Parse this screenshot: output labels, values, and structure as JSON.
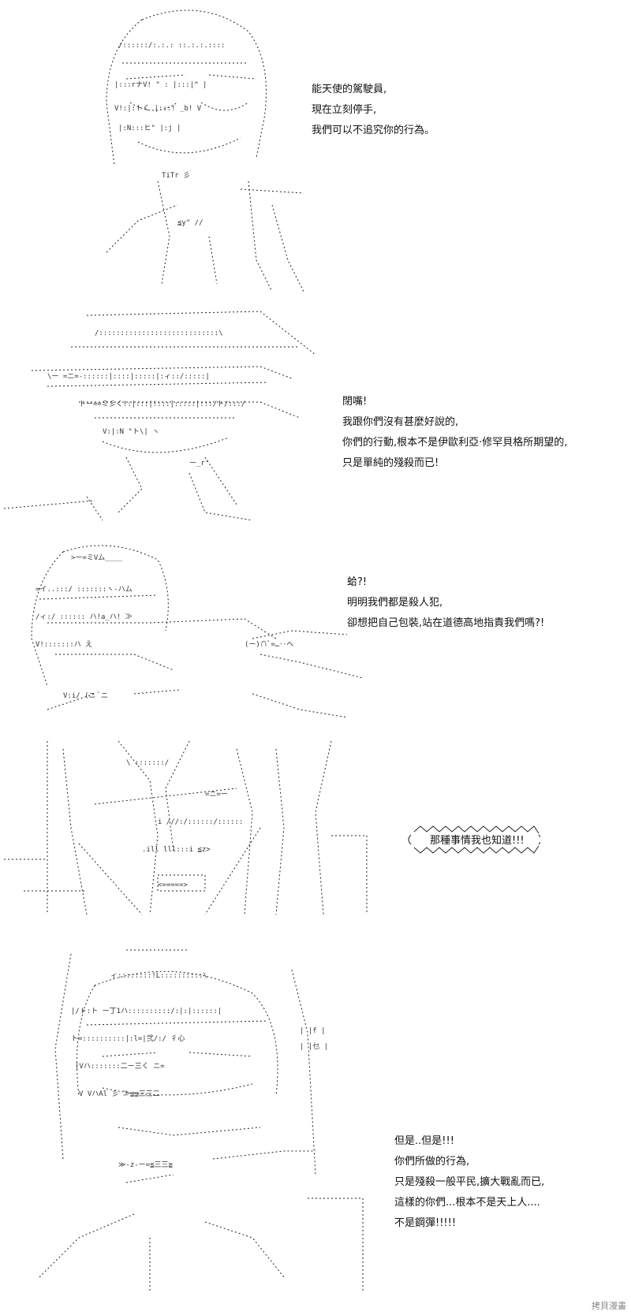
{
  "panels": [
    {
      "id": "panel-1",
      "lines": [
        "能天使的駕駛員,",
        "現在立刻停手,",
        "我們可以不追究你的行為。"
      ]
    },
    {
      "id": "panel-2",
      "lines": [
        "閉嘴!",
        "我跟你們沒有甚麼好說的,",
        "你們的行動,根本不是伊歐利亞·修罕貝格所期望的,",
        "只是單純的殘殺而已!"
      ]
    },
    {
      "id": "panel-3",
      "lines": [
        "蛤?!",
        "明明我們都是殺人犯,",
        "卻想把自己包裝,站在道德高地指責我們嗎?!"
      ]
    },
    {
      "id": "panel-4",
      "shout": "那種事情我也知道!!!"
    },
    {
      "id": "panel-5",
      "lines": [
        "但是..但是!!!",
        "你們所做的行為,",
        "只是殘殺一般平民,擴大戰亂而已,",
        "這樣的你們...根本不是天上人....",
        "不是鋼彈!!!!!"
      ]
    }
  ],
  "watermark": "拷貝漫畫"
}
